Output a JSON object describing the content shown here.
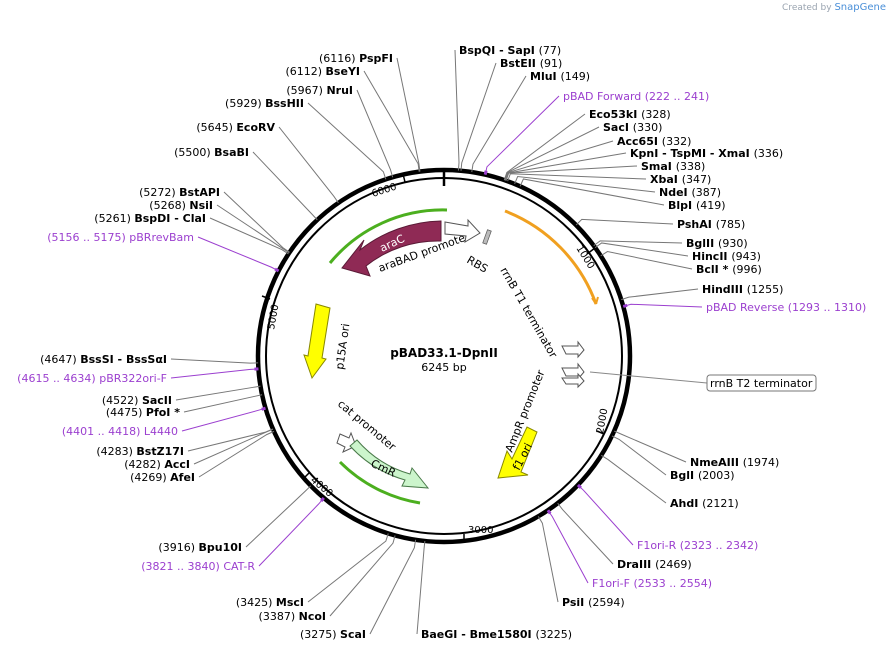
{
  "credit": {
    "prefix": "Created by",
    "brand": "SnapGene"
  },
  "plasmid": {
    "name": "pBAD33.1-DpnII",
    "size_label": "6245 bp",
    "length": 6245
  },
  "ticks": [
    "1000",
    "2000",
    "3000",
    "4000",
    "5000",
    "6000"
  ],
  "sites": [
    {
      "pos": "(6116)",
      "name": "PspFI",
      "type": "enzyme"
    },
    {
      "pos": "(6112)",
      "name": "BseYI",
      "type": "enzyme"
    },
    {
      "pos": "(5967)",
      "name": "NruI",
      "type": "enzyme"
    },
    {
      "pos": "(5929)",
      "name": "BssHII",
      "type": "enzyme"
    },
    {
      "pos": "(5645)",
      "name": "EcoRV",
      "type": "enzyme"
    },
    {
      "pos": "(5500)",
      "name": "BsaBI",
      "type": "enzyme"
    },
    {
      "pos": "(5272)",
      "name": "BstAPI",
      "type": "enzyme"
    },
    {
      "pos": "(5268)",
      "name": "NsiI",
      "type": "enzyme"
    },
    {
      "pos": "(5261)",
      "name": "BspDI  -  ClaI",
      "type": "enzyme"
    },
    {
      "pos": "(5156 .. 5175)",
      "name": "pBRrevBam",
      "type": "primer"
    },
    {
      "pos": "(4647)",
      "name": "BssSI  -  BssSαI",
      "type": "enzyme"
    },
    {
      "pos": "(4615 .. 4634)",
      "name": "pBR322ori-F",
      "type": "primer"
    },
    {
      "pos": "(4522)",
      "name": "SacII",
      "type": "enzyme"
    },
    {
      "pos": "(4475)",
      "name": "PfoI *",
      "type": "enzyme"
    },
    {
      "pos": "(4401 .. 4418)",
      "name": "L4440",
      "type": "primer"
    },
    {
      "pos": "(4283)",
      "name": "BstZ17I",
      "type": "enzyme"
    },
    {
      "pos": "(4282)",
      "name": "AccI",
      "type": "enzyme"
    },
    {
      "pos": "(4269)",
      "name": "AfeI",
      "type": "enzyme"
    },
    {
      "pos": "(3916)",
      "name": "Bpu10I",
      "type": "enzyme"
    },
    {
      "pos": "(3821 .. 3840)",
      "name": "CAT-R",
      "type": "primer"
    },
    {
      "pos": "(3425)",
      "name": "MscI",
      "type": "enzyme"
    },
    {
      "pos": "(3387)",
      "name": "NcoI",
      "type": "enzyme"
    },
    {
      "pos": "(3275)",
      "name": "ScaI",
      "type": "enzyme"
    },
    {
      "name": "BspQI  -  SapI",
      "pos": "(77)",
      "type": "enzyme"
    },
    {
      "name": "BstEII",
      "pos": "(91)",
      "type": "enzyme"
    },
    {
      "name": "MluI",
      "pos": "(149)",
      "type": "enzyme"
    },
    {
      "name": "pBAD Forward",
      "pos": "(222 .. 241)",
      "type": "primer"
    },
    {
      "name": "Eco53kI",
      "pos": "(328)",
      "type": "enzyme"
    },
    {
      "name": "SacI",
      "pos": "(330)",
      "type": "enzyme"
    },
    {
      "name": "Acc65I",
      "pos": "(332)",
      "type": "enzyme"
    },
    {
      "name": "KpnI  -  TspMI  -  XmaI",
      "pos": "(336)",
      "type": "enzyme"
    },
    {
      "name": "SmaI",
      "pos": "(338)",
      "type": "enzyme"
    },
    {
      "name": "XbaI",
      "pos": "(347)",
      "type": "enzyme"
    },
    {
      "name": "NdeI",
      "pos": "(387)",
      "type": "enzyme"
    },
    {
      "name": "BlpI",
      "pos": "(419)",
      "type": "enzyme"
    },
    {
      "name": "PshAI",
      "pos": "(785)",
      "type": "enzyme"
    },
    {
      "name": "BglII",
      "pos": "(930)",
      "type": "enzyme"
    },
    {
      "name": "HincII",
      "pos": "(943)",
      "type": "enzyme"
    },
    {
      "name": "BclI *",
      "pos": "(996)",
      "type": "enzyme"
    },
    {
      "name": "HindIII",
      "pos": "(1255)",
      "type": "enzyme"
    },
    {
      "name": "pBAD Reverse",
      "pos": "(1293 .. 1310)",
      "type": "primer"
    },
    {
      "name": "NmeAIII",
      "pos": "(1974)",
      "type": "enzyme"
    },
    {
      "name": "BglI",
      "pos": "(2003)",
      "type": "enzyme"
    },
    {
      "name": "AhdI",
      "pos": "(2121)",
      "type": "enzyme"
    },
    {
      "name": "F1ori-R",
      "pos": "(2323 .. 2342)",
      "type": "primer"
    },
    {
      "name": "DraIII",
      "pos": "(2469)",
      "type": "enzyme"
    },
    {
      "name": "F1ori-F",
      "pos": "(2533 .. 2554)",
      "type": "primer"
    },
    {
      "name": "PsiI",
      "pos": "(2594)",
      "type": "enzyme"
    },
    {
      "name": "BaeGI  -  Bme1580I",
      "pos": "(3225)",
      "type": "enzyme"
    }
  ],
  "features": {
    "araC": "araC",
    "araBAD_promoter": "araBAD promoter",
    "RBS": "RBS",
    "rrnB_T1": "rrnB T1 terminator",
    "rrnB_T2": "rrnB T2 terminator",
    "p15A_ori": "p15A ori",
    "cat_promoter": "cat promoter",
    "CmR": "CmR",
    "AmpR_promoter": "AmpR promoter",
    "f1_ori": "f1 ori"
  },
  "colors": {
    "araC": "#8f2a55",
    "p15A_ori": "#ffff00",
    "CmR": "#ccf5cc",
    "f1_ori": "#ffff00",
    "primer": "#9b3fcf",
    "green_line": "#4caf1f",
    "orange_line": "#f0a020"
  }
}
